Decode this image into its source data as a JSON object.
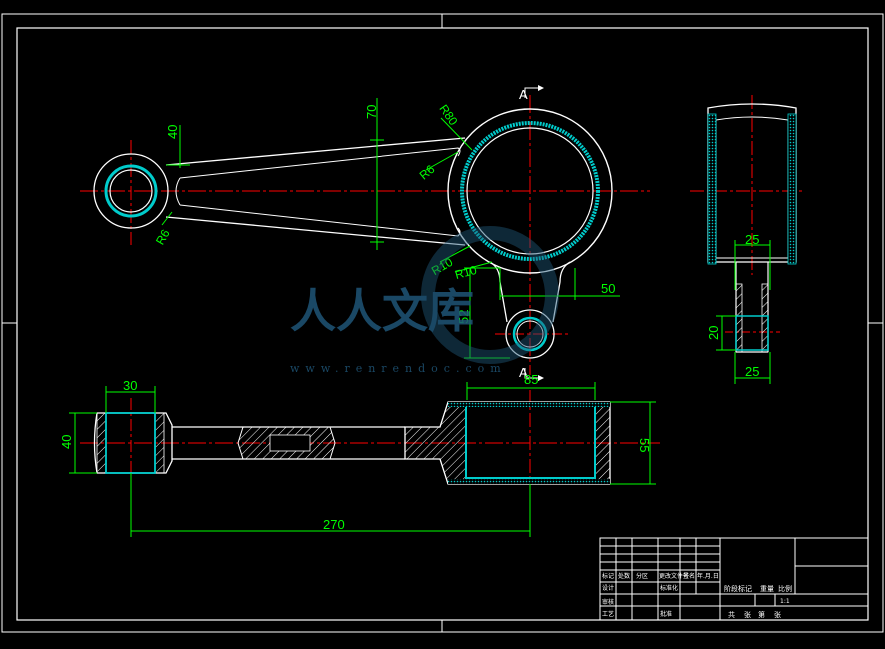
{
  "section_marks": {
    "top": "A",
    "bottom": "A"
  },
  "dimensions": {
    "front": {
      "r40": "40",
      "r70": "70",
      "r80": "R80",
      "r6a": "R6",
      "r6b": "R6",
      "r10a": "R10",
      "r10b": "R10",
      "d50": "50",
      "d52": "52",
      "d85": "85"
    },
    "side": {
      "d25top": "25",
      "d20": "20",
      "d25bottom": "25"
    },
    "bottom": {
      "d30": "30",
      "d40": "40",
      "d55": "55",
      "d270": "270"
    }
  },
  "title_block": {
    "row_design": [
      "标记",
      "处数",
      "分区",
      "更改文件号",
      "签名",
      "年.月.日"
    ],
    "row_review": [
      "设计",
      "",
      "",
      "标准化",
      "",
      ""
    ],
    "row_audit": [
      "审核",
      "",
      "",
      "",
      "",
      ""
    ],
    "row_craft": [
      "工艺",
      "",
      "",
      "批准",
      "",
      ""
    ],
    "stage_labels": [
      "阶段标记",
      "重量",
      "比例"
    ],
    "sheet_labels": [
      "共",
      "张",
      "第",
      "张"
    ],
    "scale": "1:1"
  },
  "watermark": {
    "brand": "人人文库",
    "url": "www.renrendoc.com"
  },
  "colors": {
    "outline": "#ffffff",
    "centerline": "#ff0000",
    "dimension": "#00ff00",
    "hatch": "#00cccc",
    "watermark": "#1f5577"
  }
}
